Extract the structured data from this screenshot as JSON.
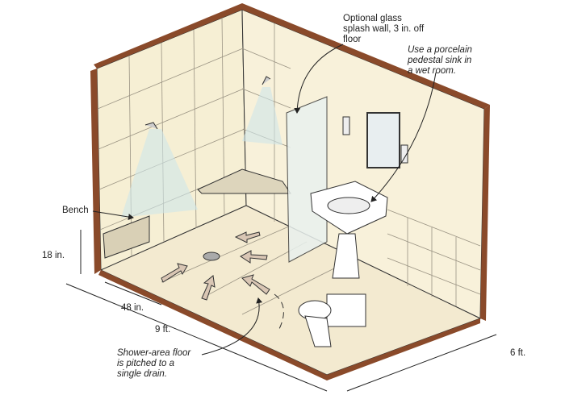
{
  "title": "Wet room bathroom layout",
  "labels": {
    "glass_wall": [
      "Optional glass",
      "splash wall, 3 in. off",
      "floor"
    ],
    "sink": [
      "Use a porcelain",
      "pedestal sink in",
      "a wet room."
    ],
    "bench": "Bench",
    "bench_height": "18 in.",
    "shower_width": "48 in.",
    "room_length": "9 ft.",
    "room_width": "6 ft.",
    "floor": [
      "Shower-area floor",
      "is pitched to a",
      "single drain."
    ]
  },
  "colors": {
    "wall": "#f5eed6",
    "section": "#8a4a2a",
    "tile_line": "#9a9383",
    "water": "#cfe6ea"
  }
}
